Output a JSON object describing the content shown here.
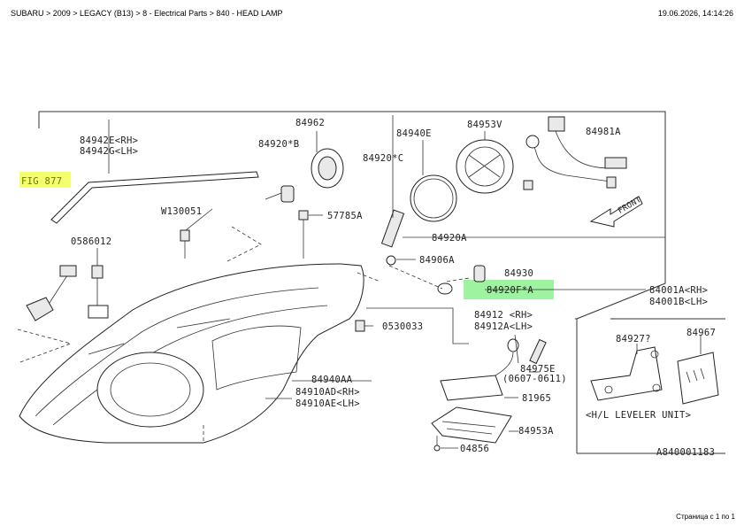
{
  "header": {
    "breadcrumb": "SUBARU > 2009 > LEGACY (B13) > 8 - Electrical Parts > 840 - HEAD LAMP",
    "datetime": "19.06.2026, 14:14:26"
  },
  "footer": {
    "page_info": "Страница с 1 по 1"
  },
  "diagram": {
    "fig_ref": "FIG 877",
    "code": "A840001183",
    "labels": {
      "p84942E": "84942E<RH>",
      "p84942G": "84942G<LH>",
      "p84962": "84962",
      "p84920B": "84920*B",
      "p84920C": "84920*C",
      "p84940E": "84940E",
      "p84953V": "84953V",
      "p84981A": "84981A",
      "w130051": "W130051",
      "p57785A": "57785A",
      "p84920A": "84920A",
      "p058601": "0586012",
      "p84906A": "84906A",
      "p84930": "84930",
      "p84920F": "84920F*A",
      "p84001A": "84001A<RH>",
      "p84001B": "84001B<LH>",
      "p84912": "84912 <RH>",
      "p84912A": "84912A<LH>",
      "p053003": "0530033",
      "p84927": "84927?",
      "p84967": "84967",
      "p84975E": "84975E",
      "p0607": "(0607-0611)",
      "p84940AA": "84940AA",
      "p84910AD": "84910AD<RH>",
      "p84910AE": "84910AE<LH>",
      "p81965": "81965",
      "p84953A": "84953A",
      "p04856": "04856",
      "leveler": "<H/L LEVELER UNIT>",
      "front": "FRONT"
    }
  }
}
